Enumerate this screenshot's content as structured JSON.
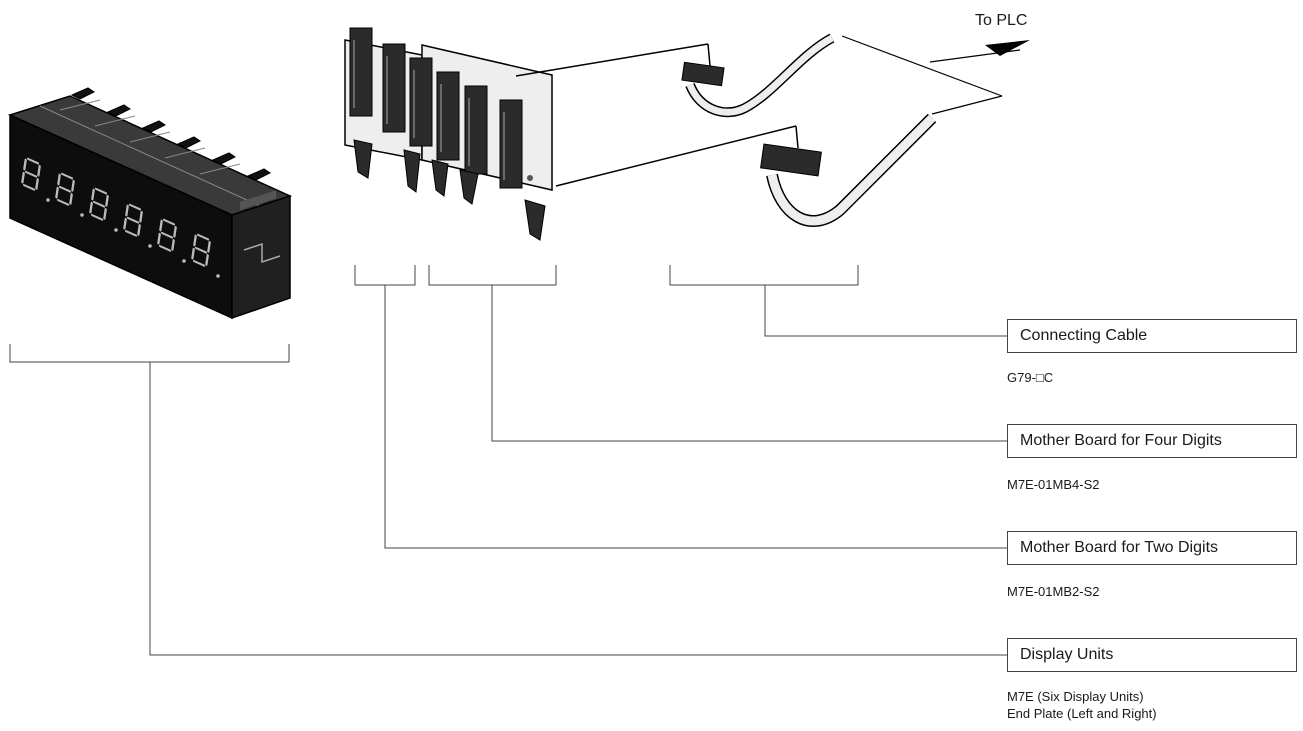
{
  "to_plc": "To PLC",
  "callouts": [
    {
      "id": "connecting-cable",
      "name": "Connecting Cable",
      "model_lines": [
        "G79-□C"
      ]
    },
    {
      "id": "mother-board-four",
      "name": "Mother Board for Four Digits",
      "model_lines": [
        "M7E-01MB4-S2"
      ]
    },
    {
      "id": "mother-board-two",
      "name": "Mother Board for Two Digits",
      "model_lines": [
        "M7E-01MB2-S2"
      ]
    },
    {
      "id": "display-units",
      "name": "Display Units",
      "model_lines": [
        "M7E (Six Display Units)",
        "End Plate (Left and Right)"
      ]
    }
  ]
}
